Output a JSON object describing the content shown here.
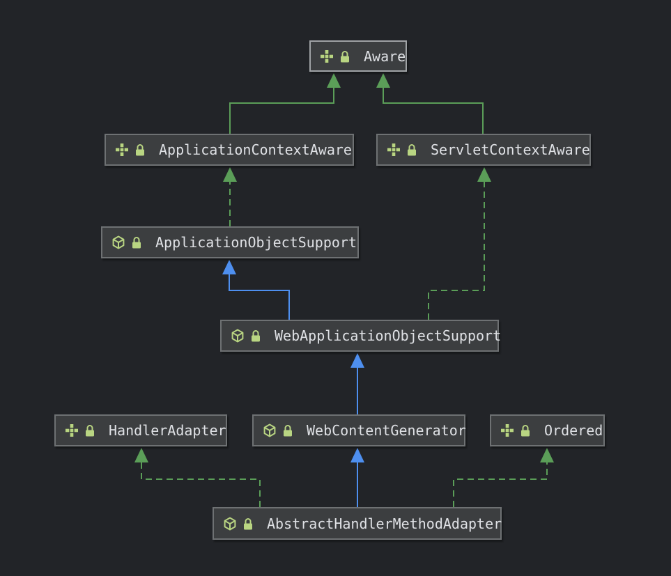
{
  "diagram": {
    "type": "uml-class-diagram",
    "theme": {
      "background": "#222428",
      "node_fill": "#3c3e40",
      "node_border": "#6e7173",
      "highlighted_node_border": "#a0a3a6",
      "text_color": "#dfe1e5",
      "icon_green": "#b9d582",
      "interface_edge_color": "#5b9e58",
      "class_extends_edge_color": "#4e8fef"
    },
    "nodes": {
      "aware": {
        "label": "Aware",
        "kind": "interface",
        "badges": [
          "lock"
        ]
      },
      "application_context_aware": {
        "label": "ApplicationContextAware",
        "kind": "interface",
        "badges": [
          "lock"
        ]
      },
      "servlet_context_aware": {
        "label": "ServletContextAware",
        "kind": "interface",
        "badges": [
          "lock"
        ]
      },
      "application_object_support": {
        "label": "ApplicationObjectSupport",
        "kind": "class",
        "badges": [
          "lock"
        ]
      },
      "web_application_object_support": {
        "label": "WebApplicationObjectSupport",
        "kind": "class",
        "badges": [
          "lock"
        ]
      },
      "handler_adapter": {
        "label": "HandlerAdapter",
        "kind": "interface",
        "badges": [
          "lock"
        ]
      },
      "web_content_generator": {
        "label": "WebContentGenerator",
        "kind": "class",
        "badges": [
          "lock"
        ]
      },
      "ordered": {
        "label": "Ordered",
        "kind": "interface",
        "badges": [
          "lock"
        ]
      },
      "abstract_handler_method_adapter": {
        "label": "AbstractHandlerMethodAdapter",
        "kind": "class",
        "badges": [
          "lock"
        ]
      }
    },
    "edges": [
      {
        "from": "ApplicationContextAware",
        "to": "Aware",
        "relation": "extends",
        "line": "solid",
        "color": "green"
      },
      {
        "from": "ServletContextAware",
        "to": "Aware",
        "relation": "extends",
        "line": "solid",
        "color": "green"
      },
      {
        "from": "ApplicationObjectSupport",
        "to": "ApplicationContextAware",
        "relation": "implements",
        "line": "dashed",
        "color": "green"
      },
      {
        "from": "WebApplicationObjectSupport",
        "to": "ApplicationObjectSupport",
        "relation": "extends",
        "line": "solid",
        "color": "blue"
      },
      {
        "from": "WebApplicationObjectSupport",
        "to": "ServletContextAware",
        "relation": "implements",
        "line": "dashed",
        "color": "green"
      },
      {
        "from": "WebContentGenerator",
        "to": "WebApplicationObjectSupport",
        "relation": "extends",
        "line": "solid",
        "color": "blue"
      },
      {
        "from": "AbstractHandlerMethodAdapter",
        "to": "HandlerAdapter",
        "relation": "implements",
        "line": "dashed",
        "color": "green"
      },
      {
        "from": "AbstractHandlerMethodAdapter",
        "to": "WebContentGenerator",
        "relation": "extends",
        "line": "solid",
        "color": "blue"
      },
      {
        "from": "AbstractHandlerMethodAdapter",
        "to": "Ordered",
        "relation": "implements",
        "line": "dashed",
        "color": "green"
      }
    ]
  }
}
